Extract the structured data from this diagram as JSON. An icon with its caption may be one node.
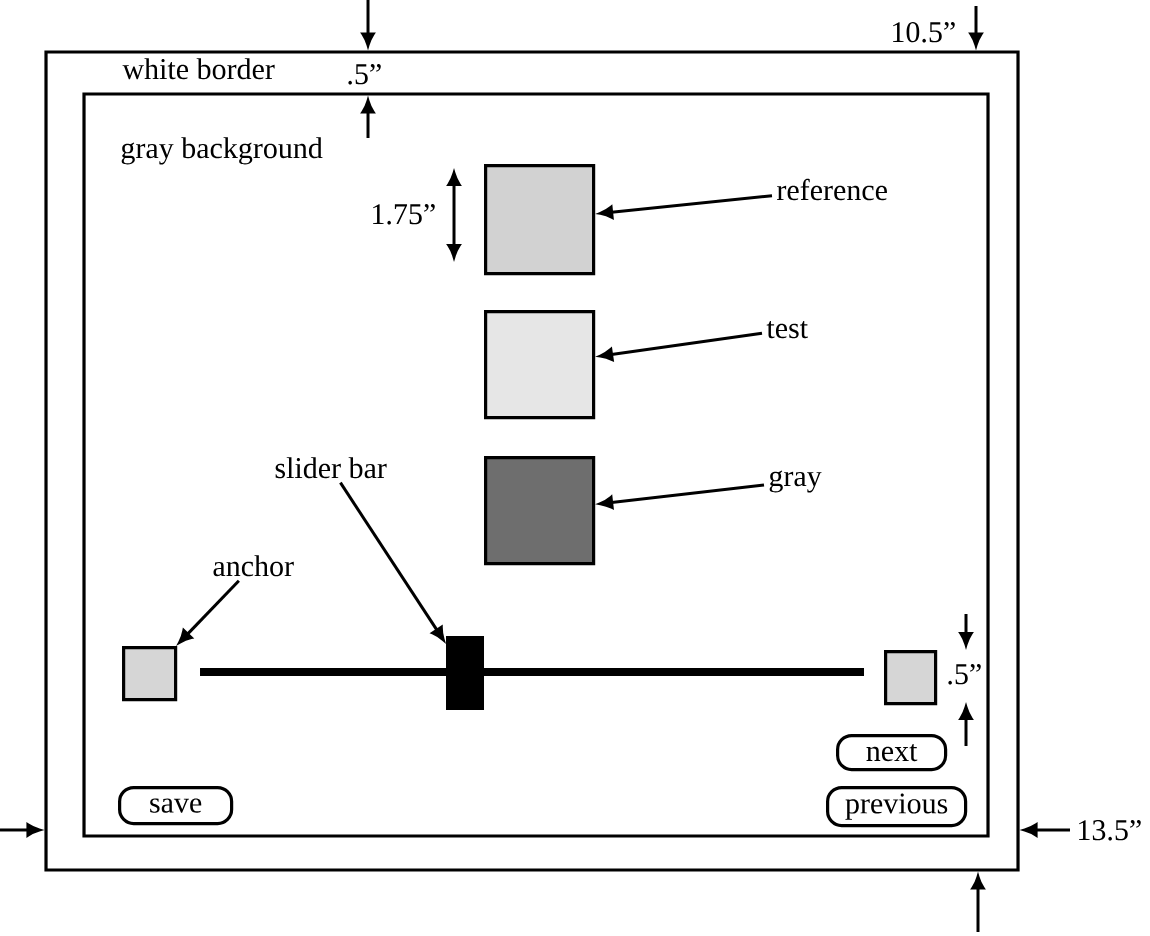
{
  "diagram": {
    "nodes": [
      {
        "text": [
          "white border"
        ]
      },
      {
        "text": [
          "gray background"
        ],
        "in": 0
      },
      {
        "text": [],
        "shape": "box",
        "in": 1
      },
      {
        "text": [
          "reference"
        ],
        "in": 1
      },
      {
        "text": [],
        "shape": "box",
        "in": 1
      },
      {
        "text": [
          "test"
        ],
        "in": 1
      },
      {
        "text": [],
        "shape": "box",
        "in": 1
      },
      {
        "text": [
          "gray"
        ],
        "in": 1
      },
      {
        "text": [
          "slider bar"
        ],
        "in": 1
      },
      {
        "text": [
          "anchor"
        ],
        "in": 1
      },
      {
        "text": [],
        "shape": "box",
        "in": 1
      },
      {
        "text": [],
        "shape": "bar",
        "in": 1
      },
      {
        "text": [],
        "shape": "box",
        "in": 1
      },
      {
        "text": [
          "next"
        ],
        "in": 1
      },
      {
        "text": [
          "save"
        ],
        "in": 1
      },
      {
        "text": [
          "previous"
        ],
        "in": 1
      }
    ],
    "edges": [
      {
        "from": 3,
        "to": 2,
        "arrow": "to"
      },
      {
        "from": 5,
        "to": 4,
        "arrow": "to"
      },
      {
        "from": 7,
        "to": 6,
        "arrow": "to"
      },
      {
        "from": 8,
        "to": 11,
        "arrow": "to"
      },
      {
        "from": 9,
        "to": 10,
        "arrow": "to"
      }
    ],
    "labels": [
      "10.5”",
      ".5”",
      "1.75”",
      ".5”",
      "13.5”"
    ]
  }
}
